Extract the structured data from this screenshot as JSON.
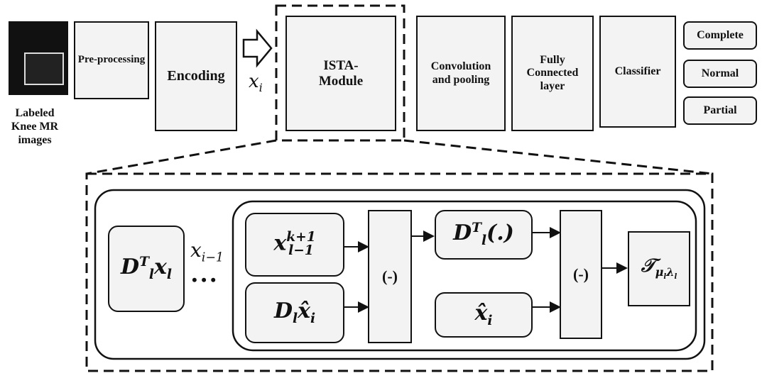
{
  "pipeline": {
    "input_caption": "Labeled Knee MR images",
    "preprocessing": "Pre-processing",
    "encoding": "Encoding",
    "input_symbol": "x",
    "input_symbol_sub": "i",
    "ista_module": "ISTA-Module",
    "conv_pool": "Convolution and pooling",
    "fully_connected": "Fully Connected layer",
    "classifier": "Classifier"
  },
  "outputs": [
    "Complete",
    "Normal",
    "Partial"
  ],
  "ista_detail": {
    "left_block": {
      "main": "D",
      "sup": "T",
      "sub": "l",
      "tail": "x",
      "tail_sub": "l"
    },
    "prev_state": {
      "main": "x",
      "sub": "i−1"
    },
    "ellipsis": "• • •",
    "x_iter": {
      "main": "x",
      "sup": "k+1",
      "sub": "l−1"
    },
    "d_x": {
      "main": "D",
      "sub": "l",
      "tail": "x̂",
      "tail_sub": "i"
    },
    "subtract_1": "(-)",
    "dt_op": {
      "main": "D",
      "sup": "T",
      "sub": "l",
      "tail": "(.)"
    },
    "x_hat": {
      "main": "x̂",
      "sub": "i"
    },
    "subtract_2": "(-)",
    "threshold": {
      "main": "𝒯",
      "sub": "μ",
      "sub2": "l",
      "sub3": "λ",
      "sub4": "l"
    }
  },
  "colors": {
    "stroke": "#111111",
    "fill": "#f3f3f3",
    "background": "#ffffff"
  }
}
